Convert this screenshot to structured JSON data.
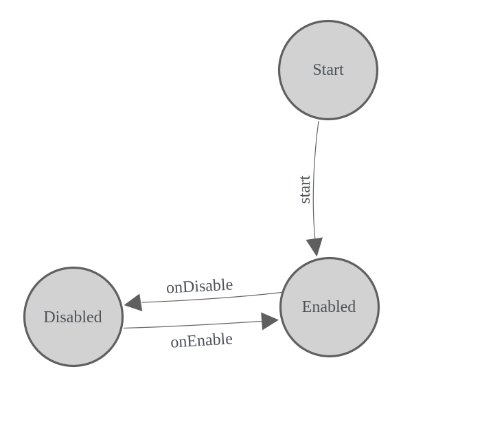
{
  "colors": {
    "background": "#ffffff",
    "node_fill": "#d2d2d2",
    "node_stroke": "#606060",
    "edge_stroke": "#666666",
    "arrowhead_fill": "#5f5f5f",
    "label_text": "#4d525a"
  },
  "states": [
    {
      "id": "start",
      "label": "Start"
    },
    {
      "id": "enabled",
      "label": "Enabled"
    },
    {
      "id": "disabled",
      "label": "Disabled"
    }
  ],
  "transitions": [
    {
      "from": "start",
      "to": "enabled",
      "label": "start"
    },
    {
      "from": "enabled",
      "to": "disabled",
      "label": "onDisable"
    },
    {
      "from": "disabled",
      "to": "enabled",
      "label": "onEnable"
    }
  ]
}
